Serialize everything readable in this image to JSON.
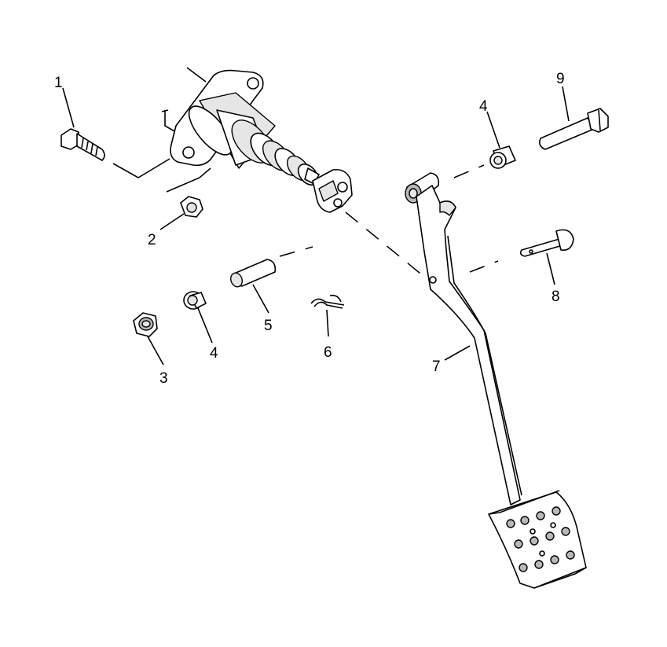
{
  "diagram": {
    "callouts": [
      {
        "id": "1",
        "text": "1"
      },
      {
        "id": "2",
        "text": "2"
      },
      {
        "id": "3",
        "text": "3"
      },
      {
        "id": "4a",
        "text": "4"
      },
      {
        "id": "4b",
        "text": "4"
      },
      {
        "id": "5",
        "text": "5"
      },
      {
        "id": "6",
        "text": "6"
      },
      {
        "id": "7",
        "text": "7"
      },
      {
        "id": "8",
        "text": "8"
      },
      {
        "id": "9",
        "text": "9"
      }
    ],
    "parts": [
      {
        "number": "1",
        "name": "bolt"
      },
      {
        "number": "2",
        "name": "nut"
      },
      {
        "number": "3",
        "name": "nut"
      },
      {
        "number": "4",
        "name": "bushing"
      },
      {
        "number": "5",
        "name": "sleeve"
      },
      {
        "number": "6",
        "name": "cotter-pin"
      },
      {
        "number": "7",
        "name": "brake-pedal"
      },
      {
        "number": "8",
        "name": "clevis-pin"
      },
      {
        "number": "9",
        "name": "bolt"
      }
    ],
    "colors": {
      "line": "#000000",
      "fill": "#ffffff",
      "shade": "#e6e6e6",
      "dark": "#b9b9b9"
    }
  }
}
